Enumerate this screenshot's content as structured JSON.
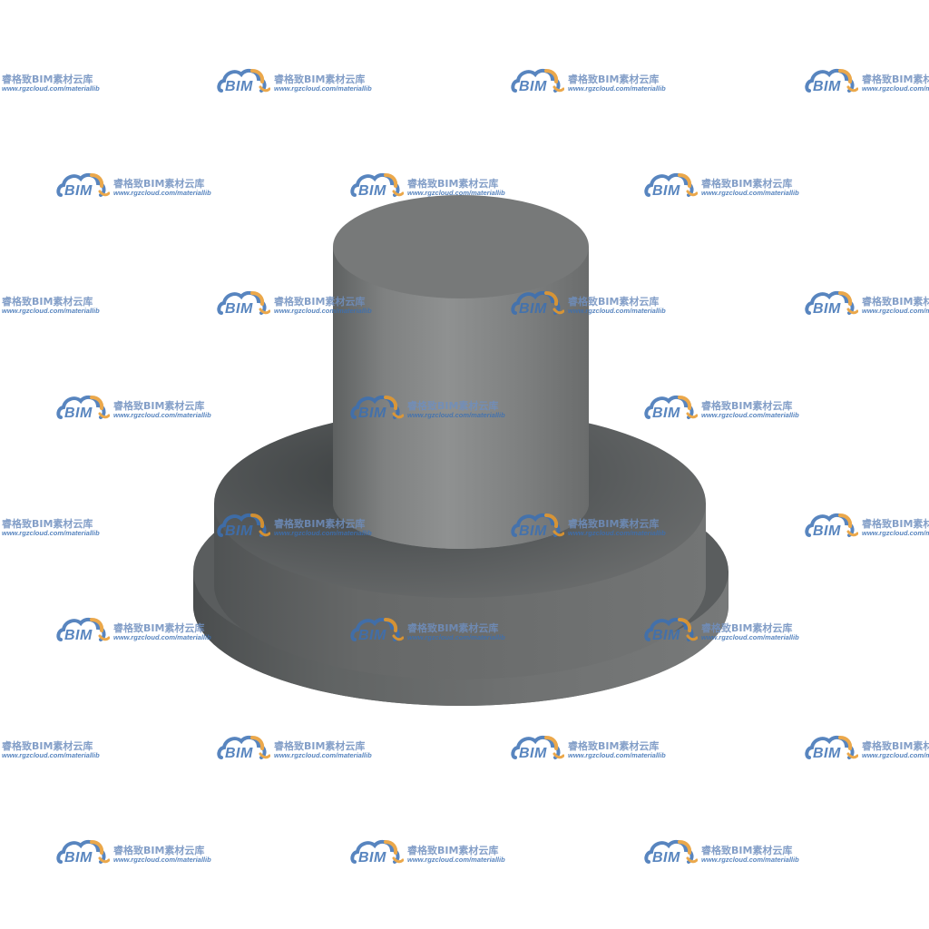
{
  "watermark": {
    "brand": "BIM",
    "title": "睿格致BIM素材云库",
    "url": "www.rgzcloud.com/materiallib",
    "colors": {
      "cloud_blue": "#3b70b4",
      "accent_orange": "#e89a2c",
      "text_blue": "#6f8fbf"
    }
  },
  "model": {
    "description_icon": "flanged-bushing-3d",
    "colors": {
      "body": "#6f7171",
      "shadow": "#4e5152",
      "highlight": "#8d8f8f",
      "top": "#777979"
    }
  }
}
